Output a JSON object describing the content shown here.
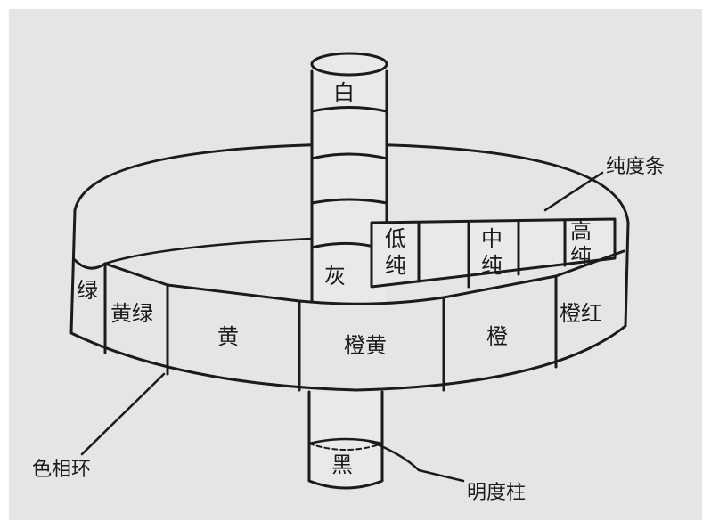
{
  "column": {
    "white": "白",
    "gray": "灰",
    "black": "黑"
  },
  "ring_segments": [
    {
      "id": "green",
      "label": "绿"
    },
    {
      "id": "yellow-green",
      "label": "黄绿"
    },
    {
      "id": "yellow",
      "label": "黄"
    },
    {
      "id": "orange-yellow",
      "label": "橙黄"
    },
    {
      "id": "orange",
      "label": "橙"
    },
    {
      "id": "orange-red",
      "label": "橙红"
    }
  ],
  "saturation_bar": {
    "low": [
      "低",
      "纯"
    ],
    "mid": [
      "中",
      "纯"
    ],
    "high": [
      "高",
      "纯"
    ]
  },
  "callouts": {
    "saturation_strip": "纯度条",
    "hue_ring": "色相环",
    "value_column": "明度柱"
  },
  "colors": {
    "paper": "#e8e8e8",
    "ink": "#1b1b1b"
  }
}
